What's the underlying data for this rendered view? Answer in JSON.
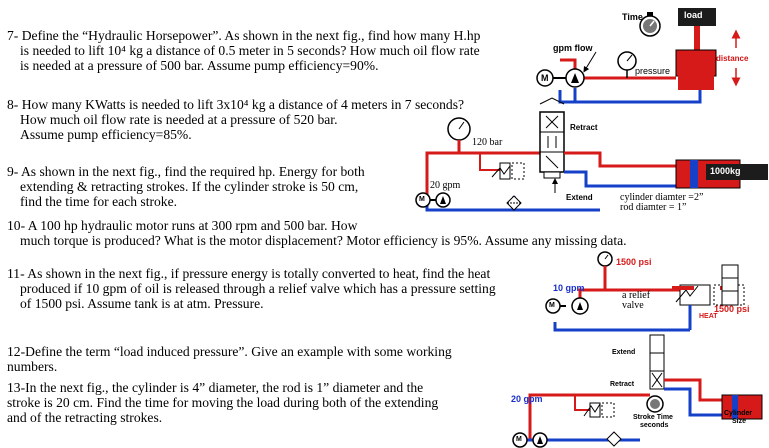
{
  "questions": [
    {
      "num": "7-",
      "lines": [
        "Define the “Hydraulic Horsepower”. As shown in the next fig., find how many H.hp",
        "is needed to lift 10⁴ kg a distance of 0.5 meter in 5 seconds? How much oil flow rate",
        "is needed at a pressure of 500 bar. Assume pump efficiency=90%."
      ]
    },
    {
      "num": "8-",
      "lines": [
        "How many KWatts is needed to lift 3x10⁴ kg a distance of 4 meters in 7 seconds?",
        "How much oil flow rate is needed at a pressure of 520 bar.",
        "Assume pump efficiency=85%."
      ]
    },
    {
      "num": "9-",
      "lines": [
        "As shown in the next fig., find the required hp. Energy for both",
        "extending & retracting strokes. If the cylinder stroke is 50 cm,",
        "find the time for each stroke."
      ]
    },
    {
      "num": "10-",
      "lines": [
        "A 100 hp hydraulic motor runs at 300 rpm and 500 bar. How",
        "much torque is produced? What is the motor displacement? Motor efficiency is 95%. Assume any missing data."
      ]
    },
    {
      "num": "11-",
      "lines": [
        "As shown in the next fig., if pressure energy is totally converted to heat, find the heat",
        "produced if 10 gpm of oil is released through a relief valve which has a pressure setting",
        "of 1500 psi. Assume tank is at atm. Pressure."
      ]
    },
    {
      "num": "12-",
      "lines": [
        "Define the term “load induced pressure”. Give an example with some working",
        "numbers."
      ]
    },
    {
      "num": "13-",
      "lines": [
        "In the next fig., the cylinder is 4” diameter, the rod is 1” diameter and the",
        "stroke is 20 cm. Find the time for moving the load during both of the extending",
        "and of the retracting strokes."
      ]
    }
  ],
  "fig1": {
    "time": "Time",
    "load": "load",
    "gpm_flow": "gpm flow",
    "pressure": "pressure",
    "distance": "distance",
    "motor": "M"
  },
  "fig2": {
    "pressure": "120 bar",
    "flow": "20 gpm",
    "retract": "Retract",
    "extend": "Extend",
    "load": "1000kg",
    "cyl_dia": "cylinder diamter =2”",
    "rod_dia": "rod diamter = 1”",
    "motor": "M"
  },
  "fig3": {
    "pressure": "1500 psi",
    "flow": "10 gpm",
    "relief1": "a relief",
    "relief2": "valve",
    "heat": "HEAT",
    "tank_psi": "1500 psi",
    "motor": "M"
  },
  "fig4": {
    "flow": "20 gpm",
    "extend": "Extend",
    "retract": "Retract",
    "stroke1": "Stroke Time",
    "stroke2": "seconds",
    "cyl1": "Cylinder",
    "cyl2": "Size",
    "motor": "M"
  },
  "colors": {
    "pressure_line": "#d61a1a",
    "return_line": "#1640c8",
    "tank": "#1640c8",
    "load_block": "#1c1c1c",
    "cylinder": "#d61a1a"
  }
}
